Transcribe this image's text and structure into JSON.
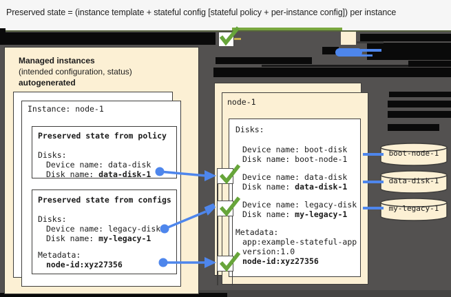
{
  "title": "Preserved state = (instance template + stateful config [stateful policy + per-instance config]) per instance",
  "colors": {
    "background": "#535150",
    "panel_cream": "#FCF0D4",
    "accent_blue": "#4E86EC",
    "accent_green": "#67A53A",
    "green_bar": "#79A73E",
    "redaction_black": "#0A0A0A",
    "border_dark": "#3E3D3B"
  },
  "icons": {
    "checkmark": "green check in white box",
    "disk_cylinder": "database cylinder",
    "arrow": "blue connector arrow with round tail"
  },
  "managed_panel": {
    "title": "Managed instances",
    "subtitle": "(intended configuration, status)",
    "subtitle2": "autogenerated",
    "instance_card_title": "Instance: node-1",
    "policy_box": {
      "title": "Preserved state from policy",
      "disks_heading": "Disks:",
      "device_label": "Device name: ",
      "device_value": "data-disk",
      "disk_label": "Disk name: ",
      "disk_value": "data-disk-1"
    },
    "configs_box": {
      "title": "Preserved state from configs",
      "disks_heading": "Disks:",
      "device_label": "Device name: ",
      "device_value": "legacy-disk",
      "disk_label": "Disk name: ",
      "disk_value": "my-legacy-1",
      "metadata_heading": "Metadata:",
      "metadata_value": "node-id:xyz27356"
    }
  },
  "vm_panel": {
    "title": "node-1",
    "disks_heading": "Disks:",
    "disk_rows": [
      {
        "device_label": "Device name: ",
        "device_value": "boot-disk",
        "disk_label": "Disk name: ",
        "disk_value": "boot-node-1"
      },
      {
        "device_label": "Device name: ",
        "device_value": "data-disk",
        "disk_label": "Disk name: ",
        "disk_value": "data-disk-1"
      },
      {
        "device_label": "Device name: ",
        "device_value": "legacy-disk",
        "disk_label": "Disk name: ",
        "disk_value": "my-legacy-1"
      }
    ],
    "metadata_heading": "Metadata:",
    "metadata_line1": "app:example-stateful-app",
    "metadata_line2": "version:1.0",
    "metadata_line3": "node-id:xyz27356"
  },
  "disk_cylinders": [
    {
      "label": "boot-node-1"
    },
    {
      "label": "data-disk-1"
    },
    {
      "label": "my-legacy-1"
    }
  ]
}
